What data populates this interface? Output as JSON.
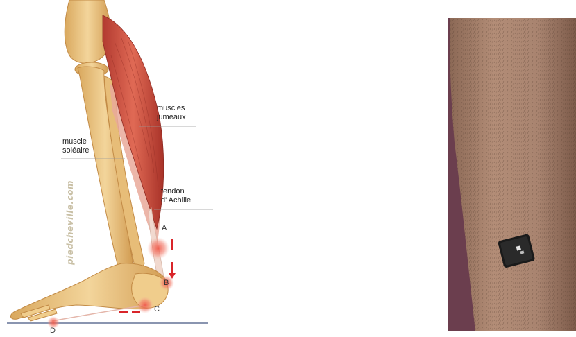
{
  "illustration": {
    "labels": {
      "gastrocnemius": [
        "muscles",
        "jumeaux"
      ],
      "soleus": [
        "muscle",
        "soléaire"
      ],
      "achilles": [
        "tendon",
        "d' Achille"
      ]
    },
    "watermark": "piedcheville.com",
    "points": {
      "a": "A",
      "b": "B",
      "c": "C",
      "d": "D"
    },
    "colors": {
      "bone": "#e8c07a",
      "muscle": "#c9473b",
      "highlight": "#f05a4a",
      "arrow": "#d9252a"
    }
  },
  "photo": {
    "subject": "lower leg with wearable sensor",
    "colors": {
      "skin": "#a98470",
      "background": "#6b3e4e",
      "device": "#1a1a1a"
    }
  }
}
